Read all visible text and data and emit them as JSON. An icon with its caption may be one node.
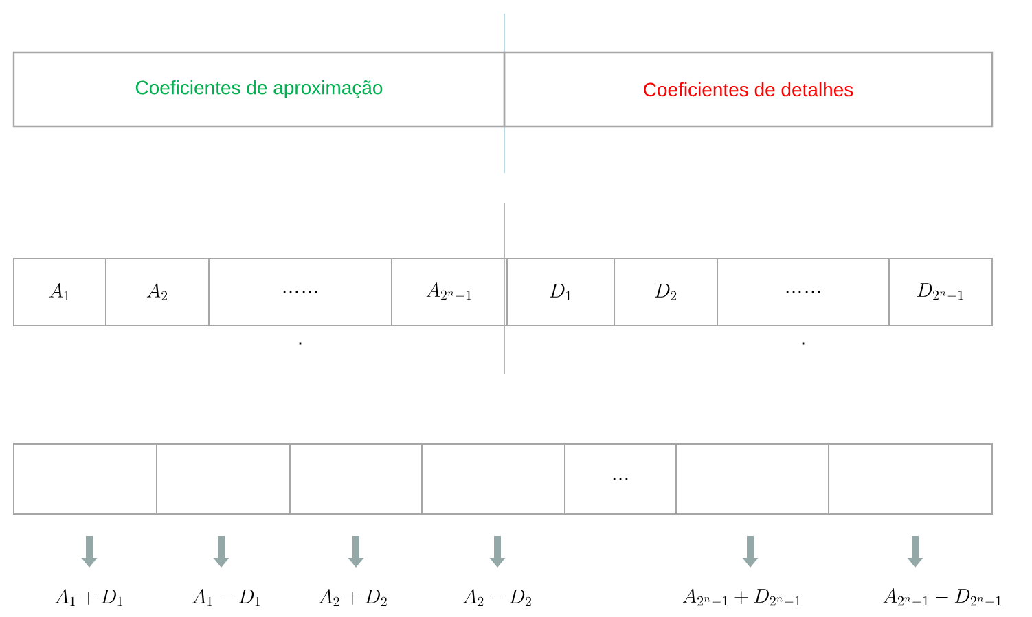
{
  "diagram": {
    "nodes": [
      {
        "text": [
          "Coeficientes de aproximação"
        ]
      },
      {
        "text": [
          "Coeficientes de detalhes"
        ]
      },
      {
        "text": [
          "A_1"
        ]
      },
      {
        "text": [
          "A_2"
        ]
      },
      {
        "text": [
          "……"
        ],
        "beside": [
          "."
        ]
      },
      {
        "text": [
          "A_{2^n-1}"
        ]
      },
      {
        "text": [
          "D_1"
        ]
      },
      {
        "text": [
          "D_2"
        ]
      },
      {
        "text": [
          "……"
        ],
        "beside": [
          "."
        ]
      },
      {
        "text": [
          "D_{2^n-1}"
        ]
      },
      {
        "text": [],
        "shape": "box"
      },
      {
        "text": [],
        "shape": "box"
      },
      {
        "text": [],
        "shape": "box"
      },
      {
        "text": [],
        "shape": "box"
      },
      {
        "text": [
          "…"
        ]
      },
      {
        "text": [],
        "shape": "box"
      },
      {
        "text": [],
        "shape": "box"
      },
      {
        "text": [
          "A_1+D_1"
        ]
      },
      {
        "text": [
          "A_1-D_1"
        ]
      },
      {
        "text": [
          "A_2+D_2"
        ]
      },
      {
        "text": [
          "A_2-D_2"
        ]
      },
      {
        "text": [
          "A_{2^n-1}+D_{2^n-1}"
        ]
      },
      {
        "text": [
          "A_{2^n-1}-D_{2^n-1}"
        ]
      }
    ],
    "edges": [
      {
        "from": 10,
        "to": 17,
        "arrow": "to"
      },
      {
        "from": 11,
        "to": 18,
        "arrow": "to"
      },
      {
        "from": 12,
        "to": 19,
        "arrow": "to"
      },
      {
        "from": 13,
        "to": 20,
        "arrow": "to"
      },
      {
        "from": 15,
        "to": 21,
        "arrow": "to"
      },
      {
        "from": 16,
        "to": 22,
        "arrow": "to"
      }
    ]
  }
}
